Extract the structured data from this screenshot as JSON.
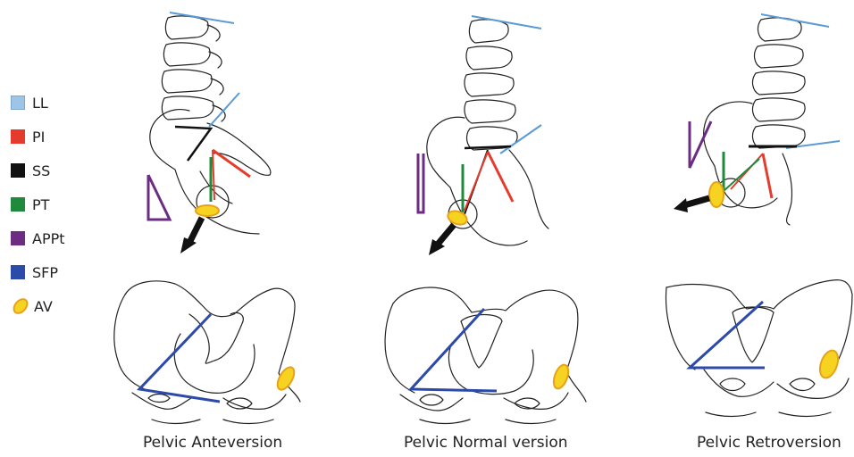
{
  "legend": [
    {
      "label": "LL",
      "color": "#9ec4e6",
      "icon": "square-swatch"
    },
    {
      "label": "PI",
      "color": "#e53b2c",
      "icon": "square-swatch"
    },
    {
      "label": "SS",
      "color": "#111111",
      "icon": "square-swatch"
    },
    {
      "label": "PT",
      "color": "#1f8a3b",
      "icon": "square-swatch"
    },
    {
      "label": "APPt",
      "color": "#6b2c82",
      "icon": "square-swatch"
    },
    {
      "label": "SFP",
      "color": "#2c4aa8",
      "icon": "square-swatch"
    },
    {
      "label": "AV",
      "color": "#f6d321",
      "outline": "#e8a21a",
      "icon": "ellipse-swatch"
    }
  ],
  "panels": [
    {
      "caption": "Pelvic Anteversion"
    },
    {
      "caption": "Pelvic Normal version"
    },
    {
      "caption": "Pelvic Retroversion"
    }
  ],
  "colors": {
    "ll": "#5b9bd5",
    "pi": "#e53b2c",
    "ss": "#111111",
    "pt": "#1f8a3b",
    "appt": "#6b2c82",
    "sfp": "#2c4aa8",
    "av_fill": "#f6d321",
    "av_stroke": "#e8a21a",
    "bone": "#222222"
  }
}
